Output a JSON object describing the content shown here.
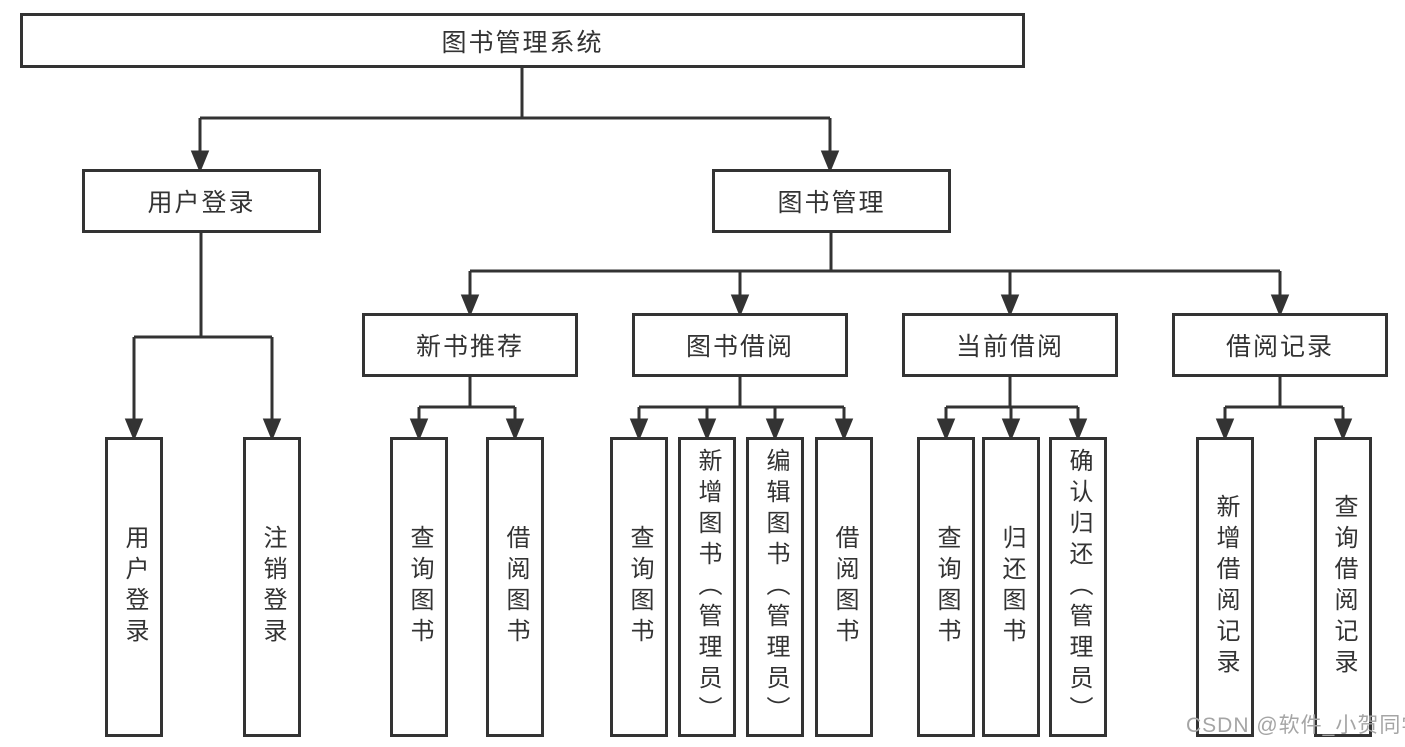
{
  "tree": {
    "root": {
      "label": "图书管理系统",
      "children": [
        {
          "label": "用户登录",
          "children": [
            {
              "label": "用户登录"
            },
            {
              "label": "注销登录"
            }
          ]
        },
        {
          "label": "图书管理",
          "children": [
            {
              "label": "新书推荐",
              "children": [
                {
                  "label": "查询图书"
                },
                {
                  "label": "借阅图书"
                }
              ]
            },
            {
              "label": "图书借阅",
              "children": [
                {
                  "label": "查询图书"
                },
                {
                  "label": "新增图书（管理员）"
                },
                {
                  "label": "编辑图书（管理员）"
                },
                {
                  "label": "借阅图书"
                }
              ]
            },
            {
              "label": "当前借阅",
              "children": [
                {
                  "label": "查询图书"
                },
                {
                  "label": "归还图书"
                },
                {
                  "label": "确认归还（管理员）"
                }
              ]
            },
            {
              "label": "借阅记录",
              "children": [
                {
                  "label": "新增借阅记录"
                },
                {
                  "label": "查询借阅记录"
                }
              ]
            }
          ]
        }
      ]
    }
  },
  "watermark": {
    "text": "CSDN @软件_小贺同学",
    "color": "#a5a5a5"
  },
  "style": {
    "line_color": "#333333",
    "text_color": "#333333",
    "background": "#ffffff"
  }
}
